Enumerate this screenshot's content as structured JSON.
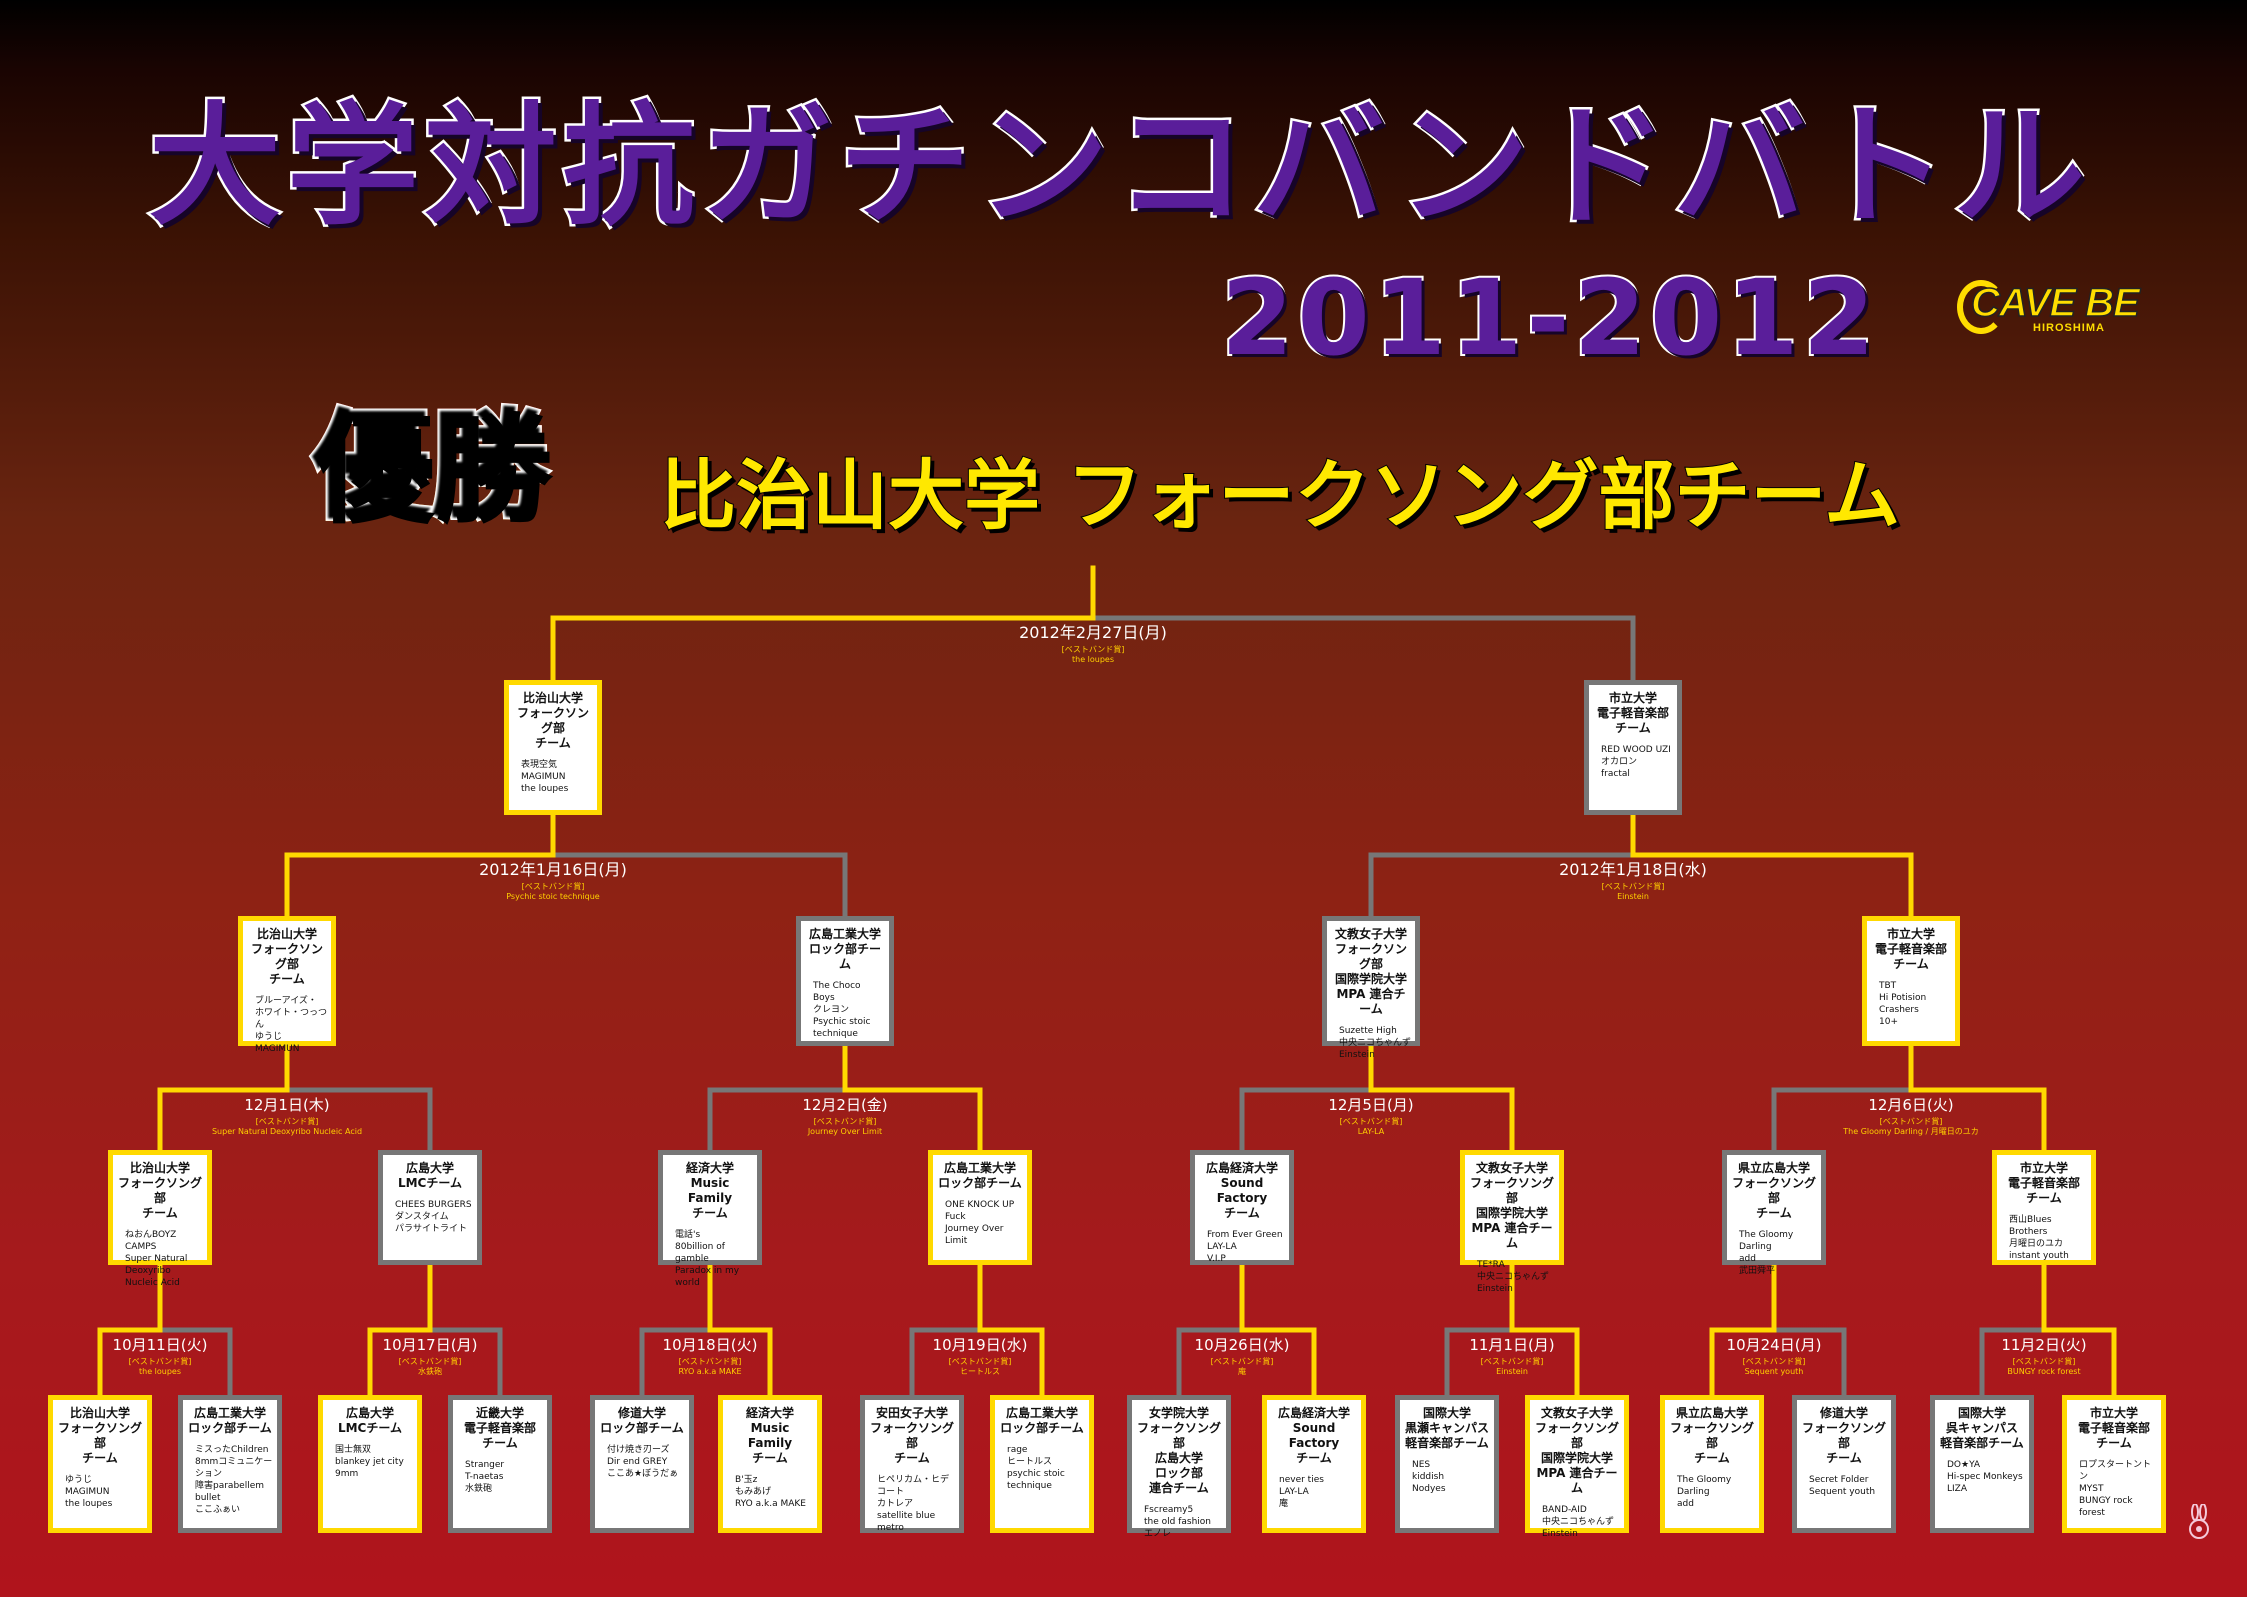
{
  "title": "大学対抗ガチンコバンドバトル",
  "year": "2011-2012",
  "logo": {
    "text": "CAVE BE",
    "sub": "HIROSHIMA",
    "color": "#ffdd00"
  },
  "champion": {
    "label": "優勝",
    "team": "比治山大学 フォークソング部チーム"
  },
  "colors": {
    "winner_line": "#ffd900",
    "loser_line": "#777777",
    "title_fill": "#5a1e9a"
  },
  "award_label": "[ベストバンド賞]",
  "boxes": [
    {
      "id": "R1-1",
      "team": "比治山大学\nフォークソング部\nチーム",
      "members": "ゆうじ\nMAGIMUN\nthe loupes",
      "winner": true
    },
    {
      "id": "R1-2",
      "team": "広島工業大学\nロック部チーム",
      "members": "ミスったChildren\n8mmコミュニケーション\n障害parabellem bullet\nここふぁい",
      "winner": false
    },
    {
      "id": "R1-3",
      "team": "広島大学\nLMCチーム",
      "members": "国士無双\nblankey jet city\n9mm",
      "winner": true
    },
    {
      "id": "R1-4",
      "team": "近畿大学\n電子軽音楽部\nチーム",
      "members": "Stranger\nT-naetas\n水鉄砲",
      "winner": false
    },
    {
      "id": "R1-5",
      "team": "修道大学\nロック部チーム",
      "members": "付け焼き刃ーズ\nDir end GREY\nここあ★ぼうだぁ",
      "winner": false
    },
    {
      "id": "R1-6",
      "team": "経済大学\nMusic Family\nチーム",
      "members": "B'玉z\nもみあげ\nRYO a.k.a MAKE",
      "winner": true
    },
    {
      "id": "R1-7",
      "team": "安田女子大学\nフォークソング部\nチーム",
      "members": "ヒペリカム・ヒデコート\nカトレア\nsatellite blue metro",
      "winner": false
    },
    {
      "id": "R1-8",
      "team": "広島工業大学\nロック部チーム",
      "members": "rage\nヒートルス\npsychic stoic\n technique",
      "winner": true
    },
    {
      "id": "R1-9",
      "team": "女学院大学\nフォークソング部\n広島大学\nロック部\n連合チーム",
      "members": "Fscreamy5\nthe old fashion\nエノレ",
      "winner": false
    },
    {
      "id": "R1-10",
      "team": "広島経済大学\nSound Factory\nチーム",
      "members": "never ties\nLAY-LA\n庵",
      "winner": true
    },
    {
      "id": "R1-11",
      "team": "国際大学\n黒瀬キャンパス\n軽音楽部チーム",
      "members": "NES\nkiddish\nNodyes",
      "winner": false
    },
    {
      "id": "R1-12",
      "team": "文教女子大学\nフォークソング部\n国際学院大学\nMPA 連合チーム",
      "members": "BAND-AID\n中央ニコちゃんず\nEinstein",
      "winner": true
    },
    {
      "id": "R1-13",
      "team": "県立広島大学\nフォークソング部\nチーム",
      "members": "The Gloomy Darling\nadd",
      "winner": true
    },
    {
      "id": "R1-14",
      "team": "修道大学\nフォークソング部\nチーム",
      "members": "Secret Folder\nSequent youth",
      "winner": false
    },
    {
      "id": "R1-15",
      "team": "国際大学\n呉キャンパス\n軽音楽部チーム",
      "members": "DO★YA\nHi-spec Monkeys\nLIZA",
      "winner": false
    },
    {
      "id": "R1-16",
      "team": "市立大学\n電子軽音楽部\nチーム",
      "members": "ロプスタートントン\nMYST\nBUNGY rock forest",
      "winner": true
    },
    {
      "id": "R2-1",
      "team": "比治山大学\nフォークソング部\nチーム",
      "members": "ねおんBOYZ\nCAMPS\nSuper Natural\n Deoxyribo\n Nucleic Acid",
      "winner": true
    },
    {
      "id": "R2-2",
      "team": "広島大学\nLMCチーム",
      "members": "CHEES BURGERS\nダンスタイム\nパラサイトライト",
      "winner": false
    },
    {
      "id": "R2-3",
      "team": "経済大学\nMusic Family\nチーム",
      "members": "電話's\n80billion of gamble\nParadox in my world",
      "winner": false
    },
    {
      "id": "R2-4",
      "team": "広島工業大学\nロック部チーム",
      "members": "ONE KNOCK UP\nFuck\nJourney Over Limit",
      "winner": true
    },
    {
      "id": "R2-5",
      "team": "広島経済大学\nSound Factory\nチーム",
      "members": "From Ever Green\nLAY-LA\nV.I.P",
      "winner": false
    },
    {
      "id": "R2-6",
      "team": "文教女子大学\nフォークソング部\n国際学院大学\nMPA 連合チーム",
      "members": "TE*RA\n中央ニコちゃんず\nEinstein",
      "winner": true
    },
    {
      "id": "R2-7",
      "team": "県立広島大学\nフォークソング部\nチーム",
      "members": "The Gloomy Darling\nadd\n武田舜平",
      "winner": false
    },
    {
      "id": "R2-8",
      "team": "市立大学\n電子軽音楽部\nチーム",
      "members": "西山Blues Brothers\n月曜日のユカ\ninstant youth",
      "winner": true
    },
    {
      "id": "R3-1",
      "team": "比治山大学\nフォークソング部\nチーム",
      "members": "ブルーアイズ・\n ホワイト・つっつん\nゆうじ\nMAGIMUN",
      "winner": true
    },
    {
      "id": "R3-2",
      "team": "広島工業大学\nロック部チーム",
      "members": "The Choco Boys\nクレヨン\nPsychic stoic\n technique",
      "winner": false
    },
    {
      "id": "R3-3",
      "team": "文教女子大学\nフォークソング部\n国際学院大学\nMPA 連合チーム",
      "members": "Suzette High\n中央ニコちゃんず\nEinstein",
      "winner": false
    },
    {
      "id": "R3-4",
      "team": "市立大学\n電子軽音楽部\nチーム",
      "members": "TBT\nHi Potision Crashers\n10+",
      "winner": true
    },
    {
      "id": "R4-1",
      "team": "比治山大学\nフォークソング部\nチーム",
      "members": "表現空気\nMAGIMUN\nthe loupes",
      "winner": true
    },
    {
      "id": "R4-2",
      "team": "市立大学\n電子軽音楽部\nチーム",
      "members": "RED WOOD UZI\nオカロン\nfractal",
      "winner": false
    }
  ],
  "matches": [
    {
      "id": "M1-1",
      "date": "10月11日(火)",
      "best_band": "the loupes"
    },
    {
      "id": "M1-2",
      "date": "10月17日(月)",
      "best_band": "水鉄砲"
    },
    {
      "id": "M1-3",
      "date": "10月18日(火)",
      "best_band": "RYO a.k.a MAKE"
    },
    {
      "id": "M1-4",
      "date": "10月19日(水)",
      "best_band": "ヒートルス"
    },
    {
      "id": "M1-5",
      "date": "10月26日(水)",
      "best_band": "庵"
    },
    {
      "id": "M1-6",
      "date": "11月1日(月)",
      "best_band": "Einstein"
    },
    {
      "id": "M1-7",
      "date": "10月24日(月)",
      "best_band": "Sequent youth"
    },
    {
      "id": "M1-8",
      "date": "11月2日(火)",
      "best_band": "BUNGY rock forest"
    },
    {
      "id": "M2-1",
      "date": "12月1日(木)",
      "best_band": "Super Natural Deoxyribo Nucleic Acid"
    },
    {
      "id": "M2-2",
      "date": "12月2日(金)",
      "best_band": "Journey Over Limit"
    },
    {
      "id": "M2-3",
      "date": "12月5日(月)",
      "best_band": "LAY-LA"
    },
    {
      "id": "M2-4",
      "date": "12月6日(火)",
      "best_band": "The Gloomy Darling / 月曜日のユカ"
    },
    {
      "id": "M3-1",
      "date": "2012年1月16日(月)",
      "best_band": "Psychic stoic technique"
    },
    {
      "id": "M3-2",
      "date": "2012年1月18日(水)",
      "best_band": "Einstein"
    },
    {
      "id": "M4-1",
      "date": "2012年2月27日(月)",
      "best_band": "the loupes"
    }
  ]
}
